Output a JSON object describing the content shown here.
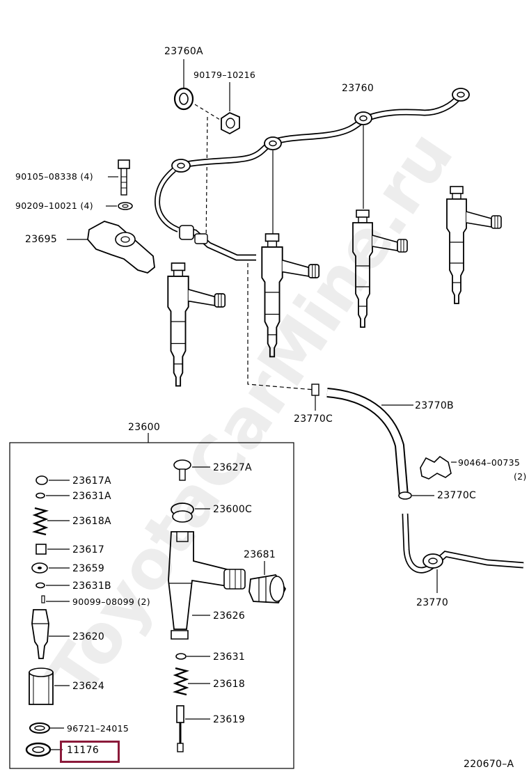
{
  "diagram_code": "220670–A",
  "watermark": "ToyotaCarMine.ru",
  "parts": {
    "p23760A": "23760A",
    "p90179": "90179–10216",
    "p23760": "23760",
    "p90105": "90105–08338 (4)",
    "p90209": "90209–10021 (4)",
    "p23695": "23695",
    "p23770C_top": "23770C",
    "p23770B": "23770B",
    "p90464": "90464–00735",
    "p90464_qty": "(2)",
    "p23770C_mid": "23770C",
    "p23770": "23770",
    "p23600": "23600",
    "p23617A": "23617A",
    "p23631A": "23631A",
    "p23618A": "23618A",
    "p23617": "23617",
    "p23659": "23659",
    "p23631B": "23631B",
    "p90099": "90099–08099 (2)",
    "p23620": "23620",
    "p23624": "23624",
    "p96721": "96721–24015",
    "p11176": "11176",
    "p23627A": "23627A",
    "p23600C": "23600C",
    "p23681": "23681",
    "p23626": "23626",
    "p23631": "23631",
    "p23618": "23618",
    "p23619": "23619"
  },
  "highlight_color": "#8b1a3a"
}
